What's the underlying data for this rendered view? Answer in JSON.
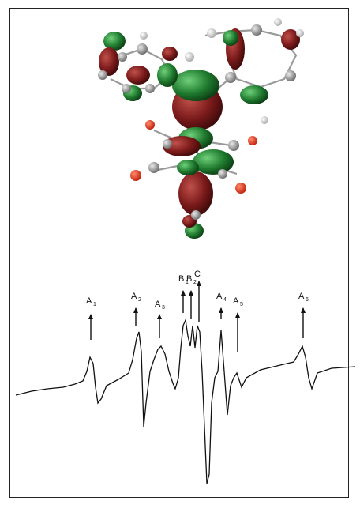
{
  "peak_labels": [
    {
      "letter": "A",
      "sub": "1"
    },
    {
      "letter": "A",
      "sub": "2"
    },
    {
      "letter": "A",
      "sub": "3"
    },
    {
      "letter": "B",
      "sub": "1"
    },
    {
      "letter": "B",
      "sub": "2"
    },
    {
      "letter": "C",
      "sub": ""
    },
    {
      "letter": "A",
      "sub": "4"
    },
    {
      "letter": "A",
      "sub": "5"
    },
    {
      "letter": "A",
      "sub": "6"
    }
  ],
  "colors": {
    "lobe_red": "#7a1a1a",
    "lobe_green": "#1f7a2e",
    "oxygen": "#d8321e",
    "carbon": "#8e8e8e",
    "hydrogen": "#e6e6e6",
    "line": "#111111"
  }
}
